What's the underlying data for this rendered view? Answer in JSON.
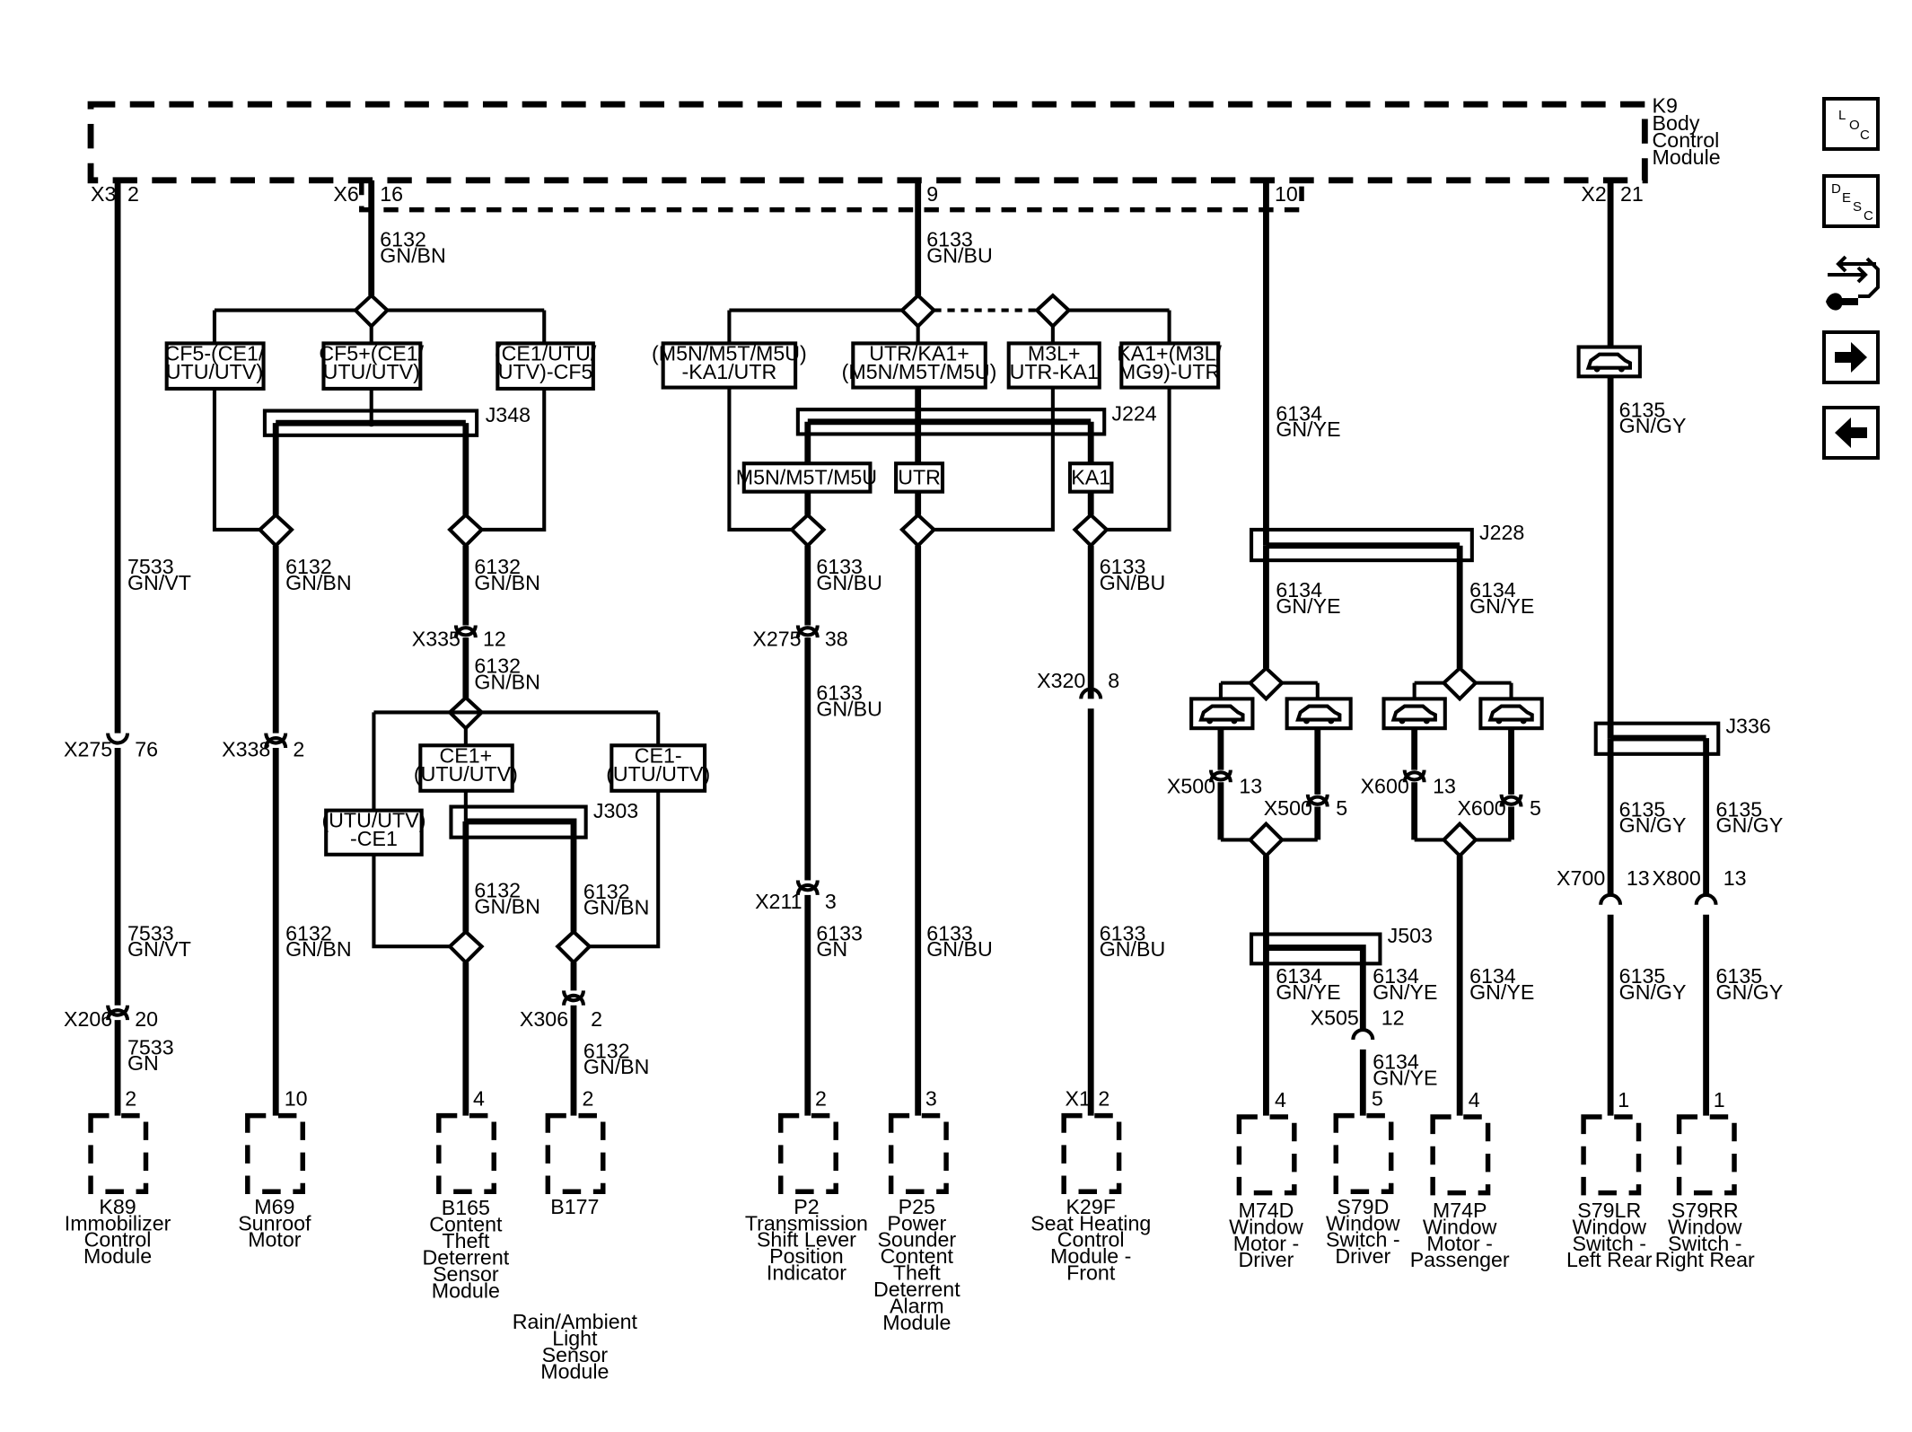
{
  "module": {
    "name": "K9",
    "lines": [
      "Body",
      "Control",
      "Module"
    ]
  },
  "nav": {
    "loc": [
      "L",
      "O",
      "C"
    ],
    "desc": [
      "D",
      "E",
      "S",
      "C"
    ]
  },
  "texts": {
    "x3": "X3",
    "p2": "2",
    "x6": "X6",
    "p16": "16",
    "p9": "9",
    "p10": "10",
    "x2": "X2",
    "p21": "21",
    "w6132": "6132",
    "gnbn": "GN/BN",
    "w6133": "6133",
    "gnbu": "GN/BU",
    "w6134": "6134",
    "gnye": "GN/YE",
    "w6135": "6135",
    "gngy": "GN/GY",
    "w7533": "7533",
    "gnvt": "GN/VT",
    "gn": "GN",
    "opt_cf5minus_1": "CF5-(CE1/",
    "opt_cf5minus_2": "UTU/UTV)",
    "opt_cf5plus_1": "CF5+(CE1/",
    "opt_cf5plus_2": "UTU/UTV)",
    "opt_ce1cf5_1": "(CE1/UTU/",
    "opt_ce1cf5_2": "UTV)-CF5",
    "opt_m5n_1": "(M5N/M5T/M5U)",
    "opt_m5n_2": "-KA1/UTR",
    "opt_utr_1": "UTR/KA1+",
    "opt_utr_2": "(M5N/M5T/M5U)",
    "opt_m3l_1": "M3L+",
    "opt_m3l_2": "UTR-KA1",
    "opt_ka1_1": "KA1+(M3L/",
    "opt_ka1_2": "MG9)-UTR",
    "lbl_m5n": "M5N/M5T/M5U",
    "lbl_utr": "UTR",
    "lbl_ka1": "KA1",
    "opt_ce1plus_1": "CE1+",
    "opt_ce1plus_2": "(UTU/UTV)",
    "opt_ce1minus_1": "CE1-",
    "opt_ce1minus_2": "(UTU/UTV)",
    "opt_utuce1_1": "(UTU/UTV)",
    "opt_utuce1_2": "-CE1",
    "j348": "J348",
    "j224": "J224",
    "j228": "J228",
    "j303": "J303",
    "j503": "J503",
    "j336": "J336",
    "x275": "X275",
    "p76": "76",
    "x338": "X338",
    "x335": "X335",
    "p12": "12",
    "p38": "38",
    "x320": "X320",
    "p8": "8",
    "x211": "X211",
    "p3": "3",
    "x206": "X206",
    "p20": "20",
    "x306": "X306",
    "x500": "X500",
    "p13": "13",
    "p5": "5",
    "x600": "X600",
    "x700": "X700",
    "x800": "X800",
    "x505": "X505",
    "x1": "X1",
    "p10b": "10",
    "p4": "4",
    "p1": "1"
  },
  "components": [
    {
      "id": "K89",
      "lines": [
        "Immobilizer",
        "Control",
        "Module"
      ]
    },
    {
      "id": "M69",
      "lines": [
        "Sunroof",
        "Motor"
      ]
    },
    {
      "id": "B165",
      "lines": [
        "Content",
        "Theft",
        "Deterrent",
        "Sensor",
        "Module"
      ]
    },
    {
      "id": "B177",
      "lines": [
        "Rain/Ambient",
        "Light",
        "Sensor",
        "Module"
      ]
    },
    {
      "id": "P2",
      "lines": [
        "Transmission",
        "Shift Lever",
        "Position",
        "Indicator"
      ]
    },
    {
      "id": "P25",
      "lines": [
        "Power",
        "Sounder",
        "Content",
        "Theft",
        "Deterrent",
        "Alarm",
        "Module"
      ]
    },
    {
      "id": "K29F",
      "lines": [
        "Seat Heating",
        "Control",
        "Module -",
        "Front"
      ]
    },
    {
      "id": "M74D",
      "lines": [
        "Window",
        "Motor -",
        "Driver"
      ]
    },
    {
      "id": "S79D",
      "lines": [
        "Window",
        "Switch -",
        "Driver"
      ]
    },
    {
      "id": "M74P",
      "lines": [
        "Window",
        "Motor -",
        "Passenger"
      ]
    },
    {
      "id": "S79LR",
      "lines": [
        "Window",
        "Switch -",
        "Left Rear"
      ]
    },
    {
      "id": "S79RR",
      "lines": [
        "Window",
        "Switch -",
        "Right Rear"
      ]
    }
  ]
}
